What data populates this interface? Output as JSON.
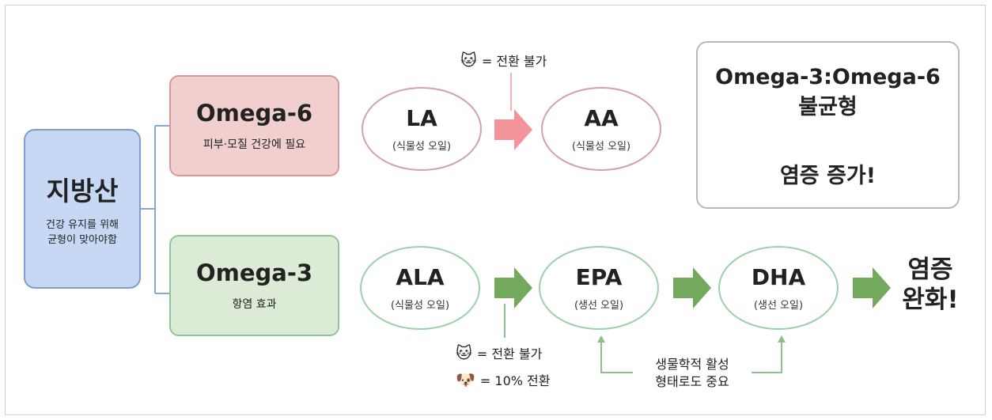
{
  "root": {
    "title": "지방산",
    "subtitle": "건강 유지를 위해\n균형이 맞아야함"
  },
  "omega6": {
    "title": "Omega-6",
    "subtitle": "피부·모질 건강에 필요",
    "nodes": [
      {
        "name": "LA",
        "sub": "(식물성 오일)"
      },
      {
        "name": "AA",
        "sub": "(식물성 오일)"
      }
    ],
    "note": {
      "emoji": "🐱",
      "text": "= 전환 불가"
    }
  },
  "omega3": {
    "title": "Omega-3",
    "subtitle": "항염 효과",
    "nodes": [
      {
        "name": "ALA",
        "sub": "(식물성 오일)"
      },
      {
        "name": "EPA",
        "sub": "(생선 오일)"
      },
      {
        "name": "DHA",
        "sub": "(생선 오일)"
      }
    ],
    "notes": [
      {
        "emoji": "🐱",
        "text": "= 전환 불가"
      },
      {
        "emoji": "🐶",
        "text": "= 10% 전환"
      }
    ],
    "bio_note": "생물학적 활성\n형태로도 중요",
    "result": "염증\n완화!"
  },
  "summary": {
    "line1": "Omega-3:Omega-6",
    "line2": "불균형",
    "result": "염증 증가!"
  },
  "colors": {
    "pink_arrow": "#f4939a",
    "green_arrow": "#72a95c",
    "gray_arrow": "#a9a9a9",
    "root_line": "#8aa6d0",
    "guide_line": "#8fbf8c",
    "pink_line": "#f4b3b3"
  }
}
